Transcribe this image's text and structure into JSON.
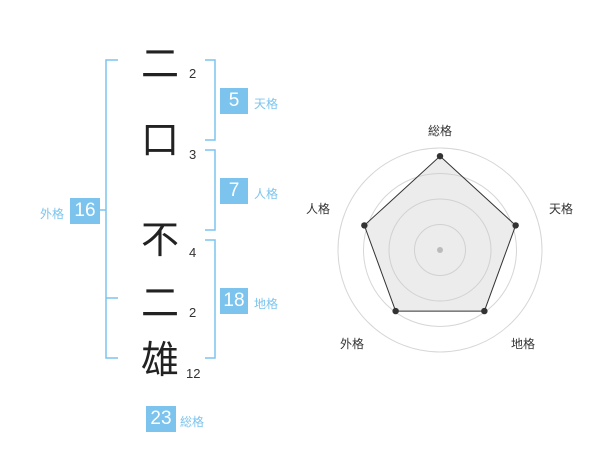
{
  "name": {
    "chars": [
      {
        "char": "二",
        "strokes": "2"
      },
      {
        "char": "口",
        "strokes": "3"
      },
      {
        "char": "不",
        "strokes": "4"
      },
      {
        "char": "二",
        "strokes": "2"
      },
      {
        "char": "雄",
        "strokes": "12"
      }
    ]
  },
  "kaku": {
    "tenkaku": {
      "value": "5",
      "label": "天格"
    },
    "jinkaku": {
      "value": "7",
      "label": "人格"
    },
    "chikaku": {
      "value": "18",
      "label": "地格"
    },
    "gaikaku": {
      "value": "16",
      "label": "外格"
    },
    "soukaku": {
      "value": "23",
      "label": "総格"
    }
  },
  "colors": {
    "accent": "#7cc4ee",
    "text": "#222222"
  },
  "chart_data": {
    "type": "radar",
    "axes": [
      "総格",
      "天格",
      "地格",
      "外格",
      "人格"
    ],
    "values": [
      0.92,
      0.78,
      0.74,
      0.74,
      0.78
    ],
    "rings": 4
  }
}
